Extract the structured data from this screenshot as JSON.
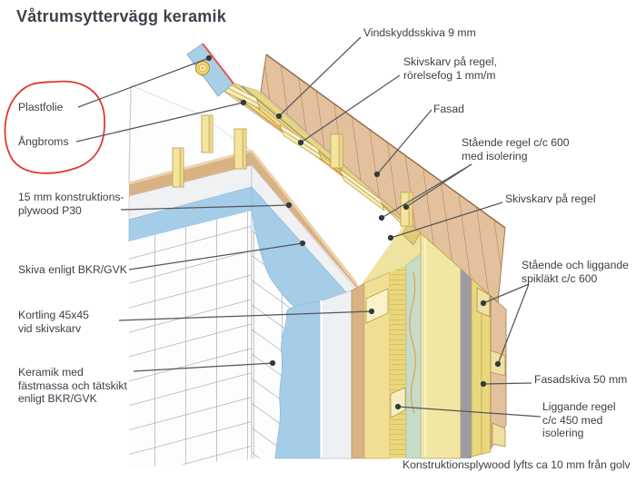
{
  "title": "Våtrumsyttervägg keramik",
  "labels": {
    "plastfolie": "Plastfolie",
    "angbroms": "Ångbroms",
    "plywood": "15 mm konstruktions-\nplywood P30",
    "skiva": "Skiva enligt BKR/GVK",
    "kortling": "Kortling 45x45\nvid skivskarv",
    "keramik": "Keramik med\nfästmassa och tätskikt\nenligt BKR/GVK",
    "vindskydd": "Vindskyddsskiva 9 mm",
    "skivskarv_rorelsefog": "Skivskarv på regel,\nrörelsefog 1 mm/m",
    "fasad": "Fasad",
    "staende_regel": "Stående regel c/c 600\nmed isolering",
    "skivskarv_regel": "Skivskarv på regel",
    "spiklakt": "Stående och liggande\nspikläkt c/c 600",
    "fasadskiva": "Fasadskiva 50 mm",
    "liggande_regel": "Liggande regel\nc/c 450 med\nisolering",
    "caption": "Konstruktionsplywood lyfts ca 10 mm från golv"
  },
  "annotations": {
    "highlight_circle": {
      "around": [
        "Plastfolie",
        "Ångbroms"
      ],
      "color": "#e0392f",
      "style": "hand-drawn"
    }
  },
  "colors": {
    "title_text": "#3d434c",
    "label_text": "#3b4047",
    "insulation_yellow": "#efdf8d",
    "wood_beam": "#f4e8ac",
    "facade_tan": "#e3c19c",
    "membrane_blue": "#a5cde8",
    "plastic_foil_blue": "#a9cfe6",
    "foil_edge_red": "#e2574d",
    "vindskydd_gray": "#9b9da0",
    "angbroms_green": "#c6dcc8",
    "tile_grid_gray": "#9aa0a6",
    "highlight_red": "#e0392f"
  }
}
